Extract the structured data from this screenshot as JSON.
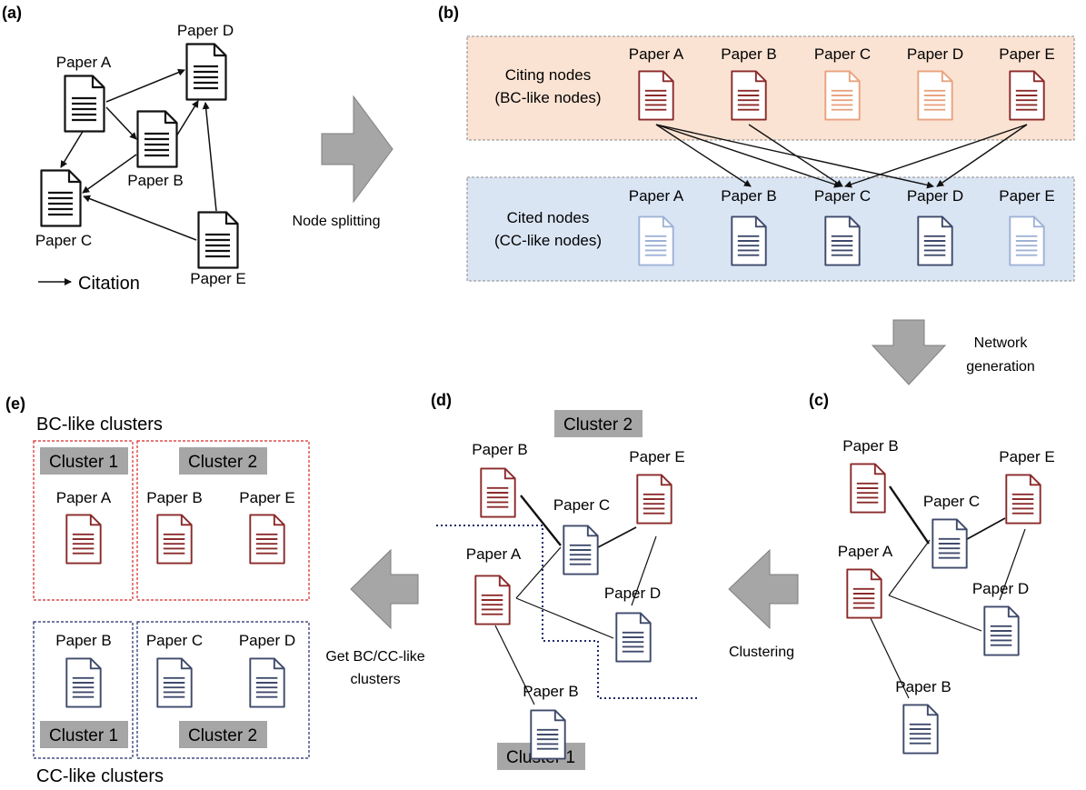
{
  "panels": {
    "a": {
      "tag": "(a)",
      "papers": {
        "A": "Paper A",
        "B": "Paper B",
        "C": "Paper C",
        "D": "Paper D",
        "E": "Paper E"
      },
      "legend": "Citation"
    },
    "b": {
      "tag": "(b)",
      "citing_label": [
        "Citing nodes",
        "(BC-like nodes)"
      ],
      "cited_label": [
        "Cited nodes",
        "(CC-like nodes)"
      ],
      "citing_papers": [
        "Paper A",
        "Paper B",
        "Paper C",
        "Paper D",
        "Paper E"
      ],
      "cited_papers": [
        "Paper A",
        "Paper B",
        "Paper C",
        "Paper D",
        "Paper E"
      ]
    },
    "c": {
      "tag": "(c)",
      "papers": {
        "B_red": "Paper B",
        "E_red": "Paper E",
        "C_blue": "Paper C",
        "A_red": "Paper A",
        "D_blue": "Paper D",
        "B_blue": "Paper B"
      }
    },
    "d": {
      "tag": "(d)",
      "cluster_top": "Cluster 2",
      "cluster_bottom": "Cluster 1",
      "papers": {
        "B_red": "Paper B",
        "E_red": "Paper E",
        "C_blue": "Paper C",
        "A_red": "Paper A",
        "D_blue": "Paper D",
        "B_blue": "Paper B"
      }
    },
    "e": {
      "tag": "(e)",
      "bc_title": "BC-like clusters",
      "cc_title": "CC-like clusters",
      "bc_cluster1": "Cluster 1",
      "bc_cluster2": "Cluster 2",
      "bc_papers": [
        "Paper A",
        "Paper B",
        "Paper E"
      ],
      "cc_papers": [
        "Paper B",
        "Paper C",
        "Paper D"
      ],
      "cc_cluster1": "Cluster 1",
      "cc_cluster2": "Cluster 2"
    }
  },
  "arrows": {
    "node_splitting": "Node splitting",
    "network_generation": [
      "Network",
      "generation"
    ],
    "clustering": "Clustering",
    "get_clusters": [
      "Get BC/CC-like",
      "clusters"
    ]
  },
  "colors": {
    "citing_bg": "#fbe3d3",
    "cited_bg": "#dae5f4",
    "red_doc": "#8b2a2a",
    "blue_doc": "#3f4a6b",
    "red_faded": "#e8a37f",
    "blue_faded": "#9fb2d6",
    "arrow_fill": "#a6a6a6",
    "cluster_bg": "#a6a6a6"
  }
}
